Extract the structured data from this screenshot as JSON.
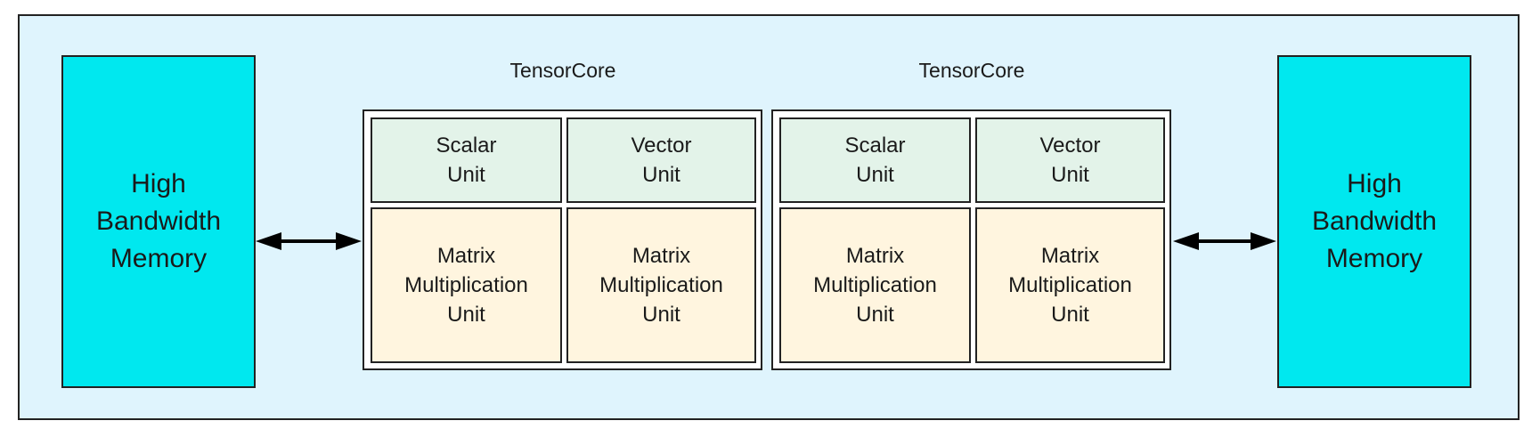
{
  "diagram": {
    "memory_left": {
      "label": "High\nBandwidth\nMemory"
    },
    "memory_right": {
      "label": "High\nBandwidth\nMemory"
    },
    "tensorcores": [
      {
        "title": "TensorCore",
        "units": {
          "scalar": "Scalar\nUnit",
          "vector": "Vector\nUnit",
          "matrix_a": "Matrix\nMultiplication\nUnit",
          "matrix_b": "Matrix\nMultiplication\nUnit"
        }
      },
      {
        "title": "TensorCore",
        "units": {
          "scalar": "Scalar\nUnit",
          "vector": "Vector\nUnit",
          "matrix_a": "Matrix\nMultiplication\nUnit",
          "matrix_b": "Matrix\nMultiplication\nUnit"
        }
      }
    ],
    "colors": {
      "background": "#dff4fd",
      "memory": "#00e8ef",
      "scalar_vector": "#e3f3e9",
      "matrix": "#fff5df",
      "border": "#222222"
    }
  }
}
